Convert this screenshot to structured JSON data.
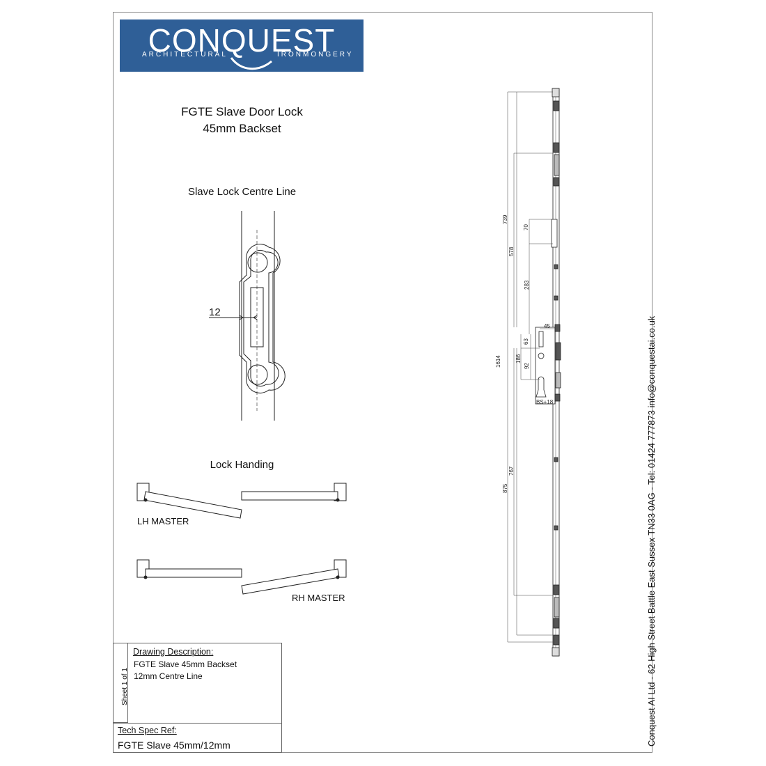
{
  "logo": {
    "brand": "CONQUEST",
    "sub_left": "ARCHITECTURAL",
    "sub_right": "IRONMONGERY"
  },
  "title": {
    "line1": "FGTE Slave Door Lock",
    "line2": "45mm Backset"
  },
  "centre_line_section": {
    "heading": "Slave Lock Centre Line",
    "dimension": "12"
  },
  "handing_section": {
    "heading": "Lock Handing",
    "lh_label": "LH MASTER",
    "rh_label": "RH MASTER"
  },
  "lock_drawing": {
    "dims": {
      "d739": "739",
      "d578": "578",
      "d70": "70",
      "d283": "283",
      "d45": "45",
      "d63": "63",
      "d186": "186",
      "d92": "92",
      "d1614": "1614",
      "d767": "767",
      "d875": "875",
      "bs": "BS+18"
    }
  },
  "title_block": {
    "sheet": "Sheet 1 of 1",
    "drawing_description_heading": "Drawing Description:",
    "description_line1": "FGTE Slave 45mm Backset",
    "description_line2": "12mm Centre Line",
    "tech_spec_heading": "Tech Spec Ref:",
    "tech_spec_value": "FGTE Slave 45mm/12mm"
  },
  "contact": {
    "address": "Conquest AI Ltd - 62 High Street  Battle  East Sussex  TN33 0AG - Tel: 01424 777873  info@conquestai.co.uk"
  },
  "colors": {
    "logo_blue": "#2f5f97",
    "line": "#222222"
  }
}
